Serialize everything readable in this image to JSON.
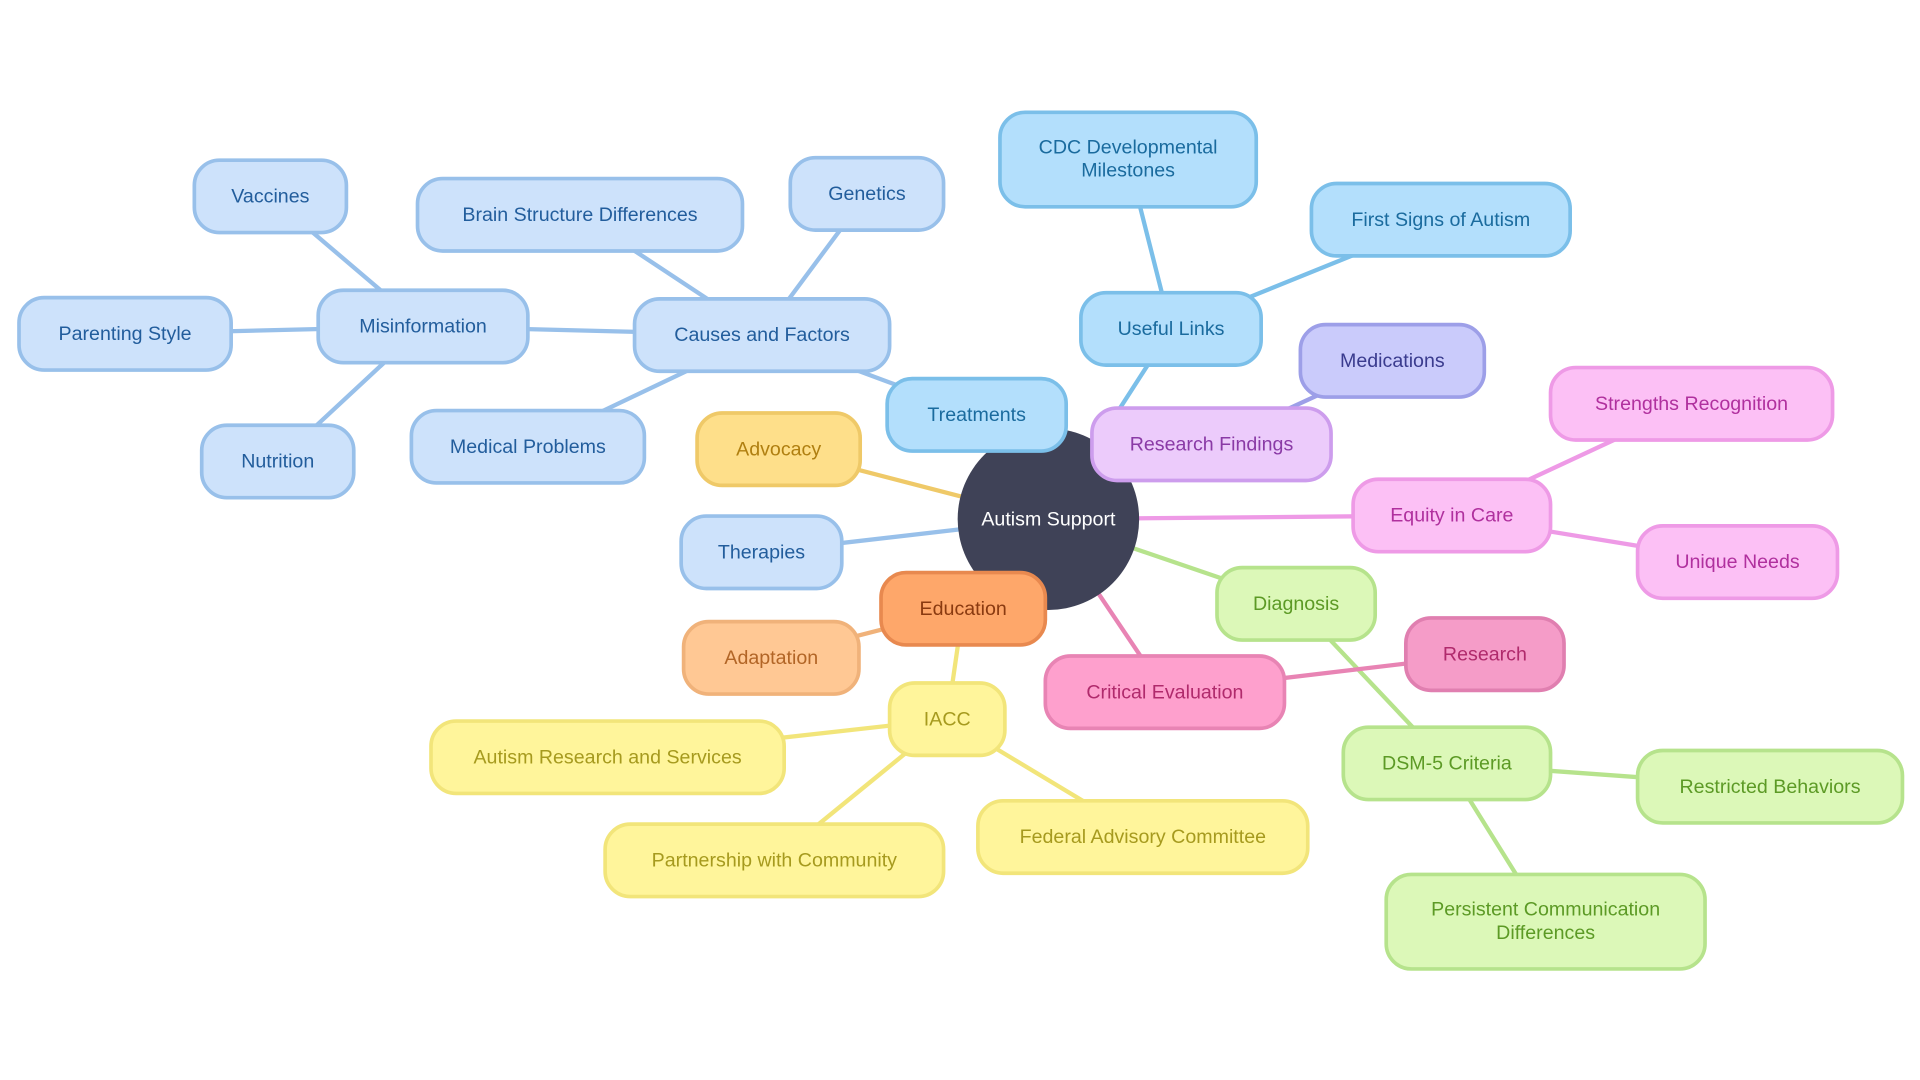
{
  "nodes": [
    {
      "id": "root",
      "label": "Autism Support",
      "bg": "#3f4257",
      "border": "#3f4257",
      "fg": "#ffffff"
    },
    {
      "id": "causes",
      "label": "Causes and Factors",
      "bg": "#cde2fb",
      "border": "#98c0ea",
      "fg": "#225d9c"
    },
    {
      "id": "brain",
      "label": "Brain Structure Differences",
      "bg": "#cde2fb",
      "border": "#98c0ea",
      "fg": "#225d9c"
    },
    {
      "id": "genetics",
      "label": "Genetics",
      "bg": "#cde2fb",
      "border": "#98c0ea",
      "fg": "#225d9c"
    },
    {
      "id": "misinfo",
      "label": "Misinformation",
      "bg": "#cde2fb",
      "border": "#98c0ea",
      "fg": "#225d9c"
    },
    {
      "id": "vaccines",
      "label": "Vaccines",
      "bg": "#cde2fb",
      "border": "#98c0ea",
      "fg": "#225d9c"
    },
    {
      "id": "parenting",
      "label": "Parenting Style",
      "bg": "#cde2fb",
      "border": "#98c0ea",
      "fg": "#225d9c"
    },
    {
      "id": "nutrition",
      "label": "Nutrition",
      "bg": "#cde2fb",
      "border": "#98c0ea",
      "fg": "#225d9c"
    },
    {
      "id": "medical",
      "label": "Medical Problems",
      "bg": "#cde2fb",
      "border": "#98c0ea",
      "fg": "#225d9c"
    },
    {
      "id": "therapies",
      "label": "Therapies",
      "bg": "#cde2fb",
      "border": "#98c0ea",
      "fg": "#225d9c"
    },
    {
      "id": "treatments",
      "label": "Treatments",
      "bg": "#b3dffc",
      "border": "#7bbfe9",
      "fg": "#1a6b9e"
    },
    {
      "id": "useful",
      "label": "Useful Links",
      "bg": "#b3dffc",
      "border": "#7bbfe9",
      "fg": "#1a6b9e"
    },
    {
      "id": "cdc",
      "label": "CDC Developmental\nMilestones",
      "bg": "#b3dffc",
      "border": "#7bbfe9",
      "fg": "#1a6b9e"
    },
    {
      "id": "firstsigns",
      "label": "First Signs of Autism",
      "bg": "#b3dffc",
      "border": "#7bbfe9",
      "fg": "#1a6b9e"
    },
    {
      "id": "medications",
      "label": "Medications",
      "bg": "#cacbfb",
      "border": "#9d9fe8",
      "fg": "#3a3b8e"
    },
    {
      "id": "research_findings",
      "label": "Research Findings",
      "bg": "#eccbfb",
      "border": "#cd9ded",
      "fg": "#8a3aa6"
    },
    {
      "id": "equity",
      "label": "Equity in Care",
      "bg": "#fcc0f5",
      "border": "#ee9ae6",
      "fg": "#b0309e"
    },
    {
      "id": "strengths",
      "label": "Strengths Recognition",
      "bg": "#fcc0f5",
      "border": "#ee9ae6",
      "fg": "#b0309e"
    },
    {
      "id": "unique",
      "label": "Unique Needs",
      "bg": "#fcc0f5",
      "border": "#ee9ae6",
      "fg": "#b0309e"
    },
    {
      "id": "advocacy",
      "label": "Advocacy",
      "bg": "#fedf8a",
      "border": "#efc968",
      "fg": "#b07f10"
    },
    {
      "id": "education",
      "label": "Education",
      "bg": "#fea76a",
      "border": "#e8894f",
      "fg": "#8a3a10"
    },
    {
      "id": "adaptation",
      "label": "Adaptation",
      "bg": "#ffc894",
      "border": "#f0b27a",
      "fg": "#b26526"
    },
    {
      "id": "iacc",
      "label": "IACC",
      "bg": "#fff59b",
      "border": "#f2e57a",
      "fg": "#a69a1e"
    },
    {
      "id": "autism_rs",
      "label": "Autism Research and Services",
      "bg": "#fff59b",
      "border": "#f2e57a",
      "fg": "#a69a1e"
    },
    {
      "id": "partnership",
      "label": "Partnership with Community",
      "bg": "#fff59b",
      "border": "#f2e57a",
      "fg": "#a69a1e"
    },
    {
      "id": "federal",
      "label": "Federal Advisory Committee",
      "bg": "#fff59b",
      "border": "#f2e57a",
      "fg": "#a69a1e"
    },
    {
      "id": "diagnosis",
      "label": "Diagnosis",
      "bg": "#dcf8b8",
      "border": "#b6e38c",
      "fg": "#5c9a25"
    },
    {
      "id": "dsm5",
      "label": "DSM-5 Criteria",
      "bg": "#dcf8b8",
      "border": "#b6e38c",
      "fg": "#5c9a25"
    },
    {
      "id": "restricted",
      "label": "Restricted Behaviors",
      "bg": "#dcf8b8",
      "border": "#b6e38c",
      "fg": "#5c9a25"
    },
    {
      "id": "persistent",
      "label": "Persistent Communication\nDifferences",
      "bg": "#dcf8b8",
      "border": "#b6e38c",
      "fg": "#5c9a25"
    },
    {
      "id": "critical",
      "label": "Critical Evaluation",
      "bg": "#fea0cd",
      "border": "#e884b4",
      "fg": "#b02a6c"
    },
    {
      "id": "research",
      "label": "Research",
      "bg": "#f59cc8",
      "border": "#e07fb0",
      "fg": "#b02a6c"
    }
  ],
  "edges": [
    {
      "from": "root",
      "to": "treatments",
      "color": "#98c0ea"
    },
    {
      "from": "treatments",
      "to": "causes",
      "color": "#98c0ea"
    },
    {
      "from": "causes",
      "to": "brain",
      "color": "#98c0ea"
    },
    {
      "from": "causes",
      "to": "genetics",
      "color": "#98c0ea"
    },
    {
      "from": "causes",
      "to": "misinfo",
      "color": "#98c0ea"
    },
    {
      "from": "causes",
      "to": "medical",
      "color": "#98c0ea"
    },
    {
      "from": "misinfo",
      "to": "vaccines",
      "color": "#98c0ea"
    },
    {
      "from": "misinfo",
      "to": "parenting",
      "color": "#98c0ea"
    },
    {
      "from": "misinfo",
      "to": "nutrition",
      "color": "#98c0ea"
    },
    {
      "from": "root",
      "to": "therapies",
      "color": "#98c0ea"
    },
    {
      "from": "root",
      "to": "useful",
      "color": "#7bbfe9"
    },
    {
      "from": "useful",
      "to": "cdc",
      "color": "#7bbfe9"
    },
    {
      "from": "useful",
      "to": "firstsigns",
      "color": "#7bbfe9"
    },
    {
      "from": "research_findings",
      "to": "medications",
      "color": "#9d9fe8"
    },
    {
      "from": "root",
      "to": "equity",
      "color": "#ee9ae6"
    },
    {
      "from": "equity",
      "to": "strengths",
      "color": "#ee9ae6"
    },
    {
      "from": "equity",
      "to": "unique",
      "color": "#ee9ae6"
    },
    {
      "from": "root",
      "to": "advocacy",
      "color": "#efc968"
    },
    {
      "from": "root",
      "to": "education",
      "color": "#f0b27a"
    },
    {
      "from": "education",
      "to": "adaptation",
      "color": "#f0b27a"
    },
    {
      "from": "education",
      "to": "iacc",
      "color": "#f2e57a"
    },
    {
      "from": "iacc",
      "to": "autism_rs",
      "color": "#f2e57a"
    },
    {
      "from": "iacc",
      "to": "partnership",
      "color": "#f2e57a"
    },
    {
      "from": "iacc",
      "to": "federal",
      "color": "#f2e57a"
    },
    {
      "from": "root",
      "to": "diagnosis",
      "color": "#b6e38c"
    },
    {
      "from": "diagnosis",
      "to": "dsm5",
      "color": "#b6e38c"
    },
    {
      "from": "dsm5",
      "to": "restricted",
      "color": "#b6e38c"
    },
    {
      "from": "dsm5",
      "to": "persistent",
      "color": "#b6e38c"
    },
    {
      "from": "root",
      "to": "critical",
      "color": "#e884b4"
    },
    {
      "from": "critical",
      "to": "research",
      "color": "#e884b4"
    }
  ]
}
